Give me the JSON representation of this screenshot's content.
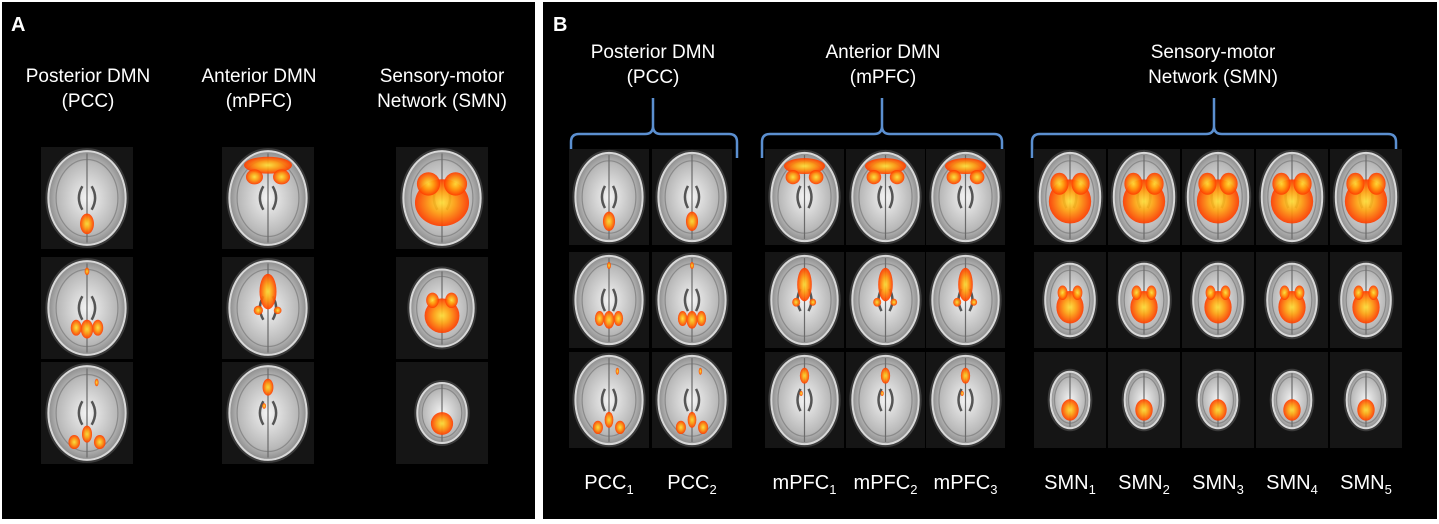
{
  "panelA": {
    "label": "A",
    "columns": [
      {
        "line1": "Posterior DMN",
        "line2": "(PCC)",
        "type": "pcc"
      },
      {
        "line1": "Anterior DMN",
        "line2": "(mPFC)",
        "type": "mpfc"
      },
      {
        "line1": "Sensory-motor",
        "line2": "Network (SMN)",
        "type": "smn"
      }
    ]
  },
  "panelB": {
    "label": "B",
    "groups": [
      {
        "line1": "Posterior DMN",
        "line2": "(PCC)"
      },
      {
        "line1": "Anterior DMN",
        "line2": "(mPFC)"
      },
      {
        "line1": "Sensory-motor",
        "line2": "Network (SMN)"
      }
    ],
    "columns": [
      {
        "base": "PCC",
        "sub": "1",
        "type": "pcc"
      },
      {
        "base": "PCC",
        "sub": "2",
        "type": "pcc"
      },
      {
        "base": "mPFC",
        "sub": "1",
        "type": "mpfc"
      },
      {
        "base": "mPFC",
        "sub": "2",
        "type": "mpfc"
      },
      {
        "base": "mPFC",
        "sub": "3",
        "type": "mpfc"
      },
      {
        "base": "SMN",
        "sub": "1",
        "type": "smn"
      },
      {
        "base": "SMN",
        "sub": "2",
        "type": "smn"
      },
      {
        "base": "SMN",
        "sub": "3",
        "type": "smn"
      },
      {
        "base": "SMN",
        "sub": "4",
        "type": "smn"
      },
      {
        "base": "SMN",
        "sub": "5",
        "type": "smn"
      }
    ]
  },
  "colors": {
    "background": "#000000",
    "text": "#ffffff",
    "brace": "#5b8fd0",
    "activation": "#ff5a00",
    "activation_core": "#ffd21e"
  }
}
